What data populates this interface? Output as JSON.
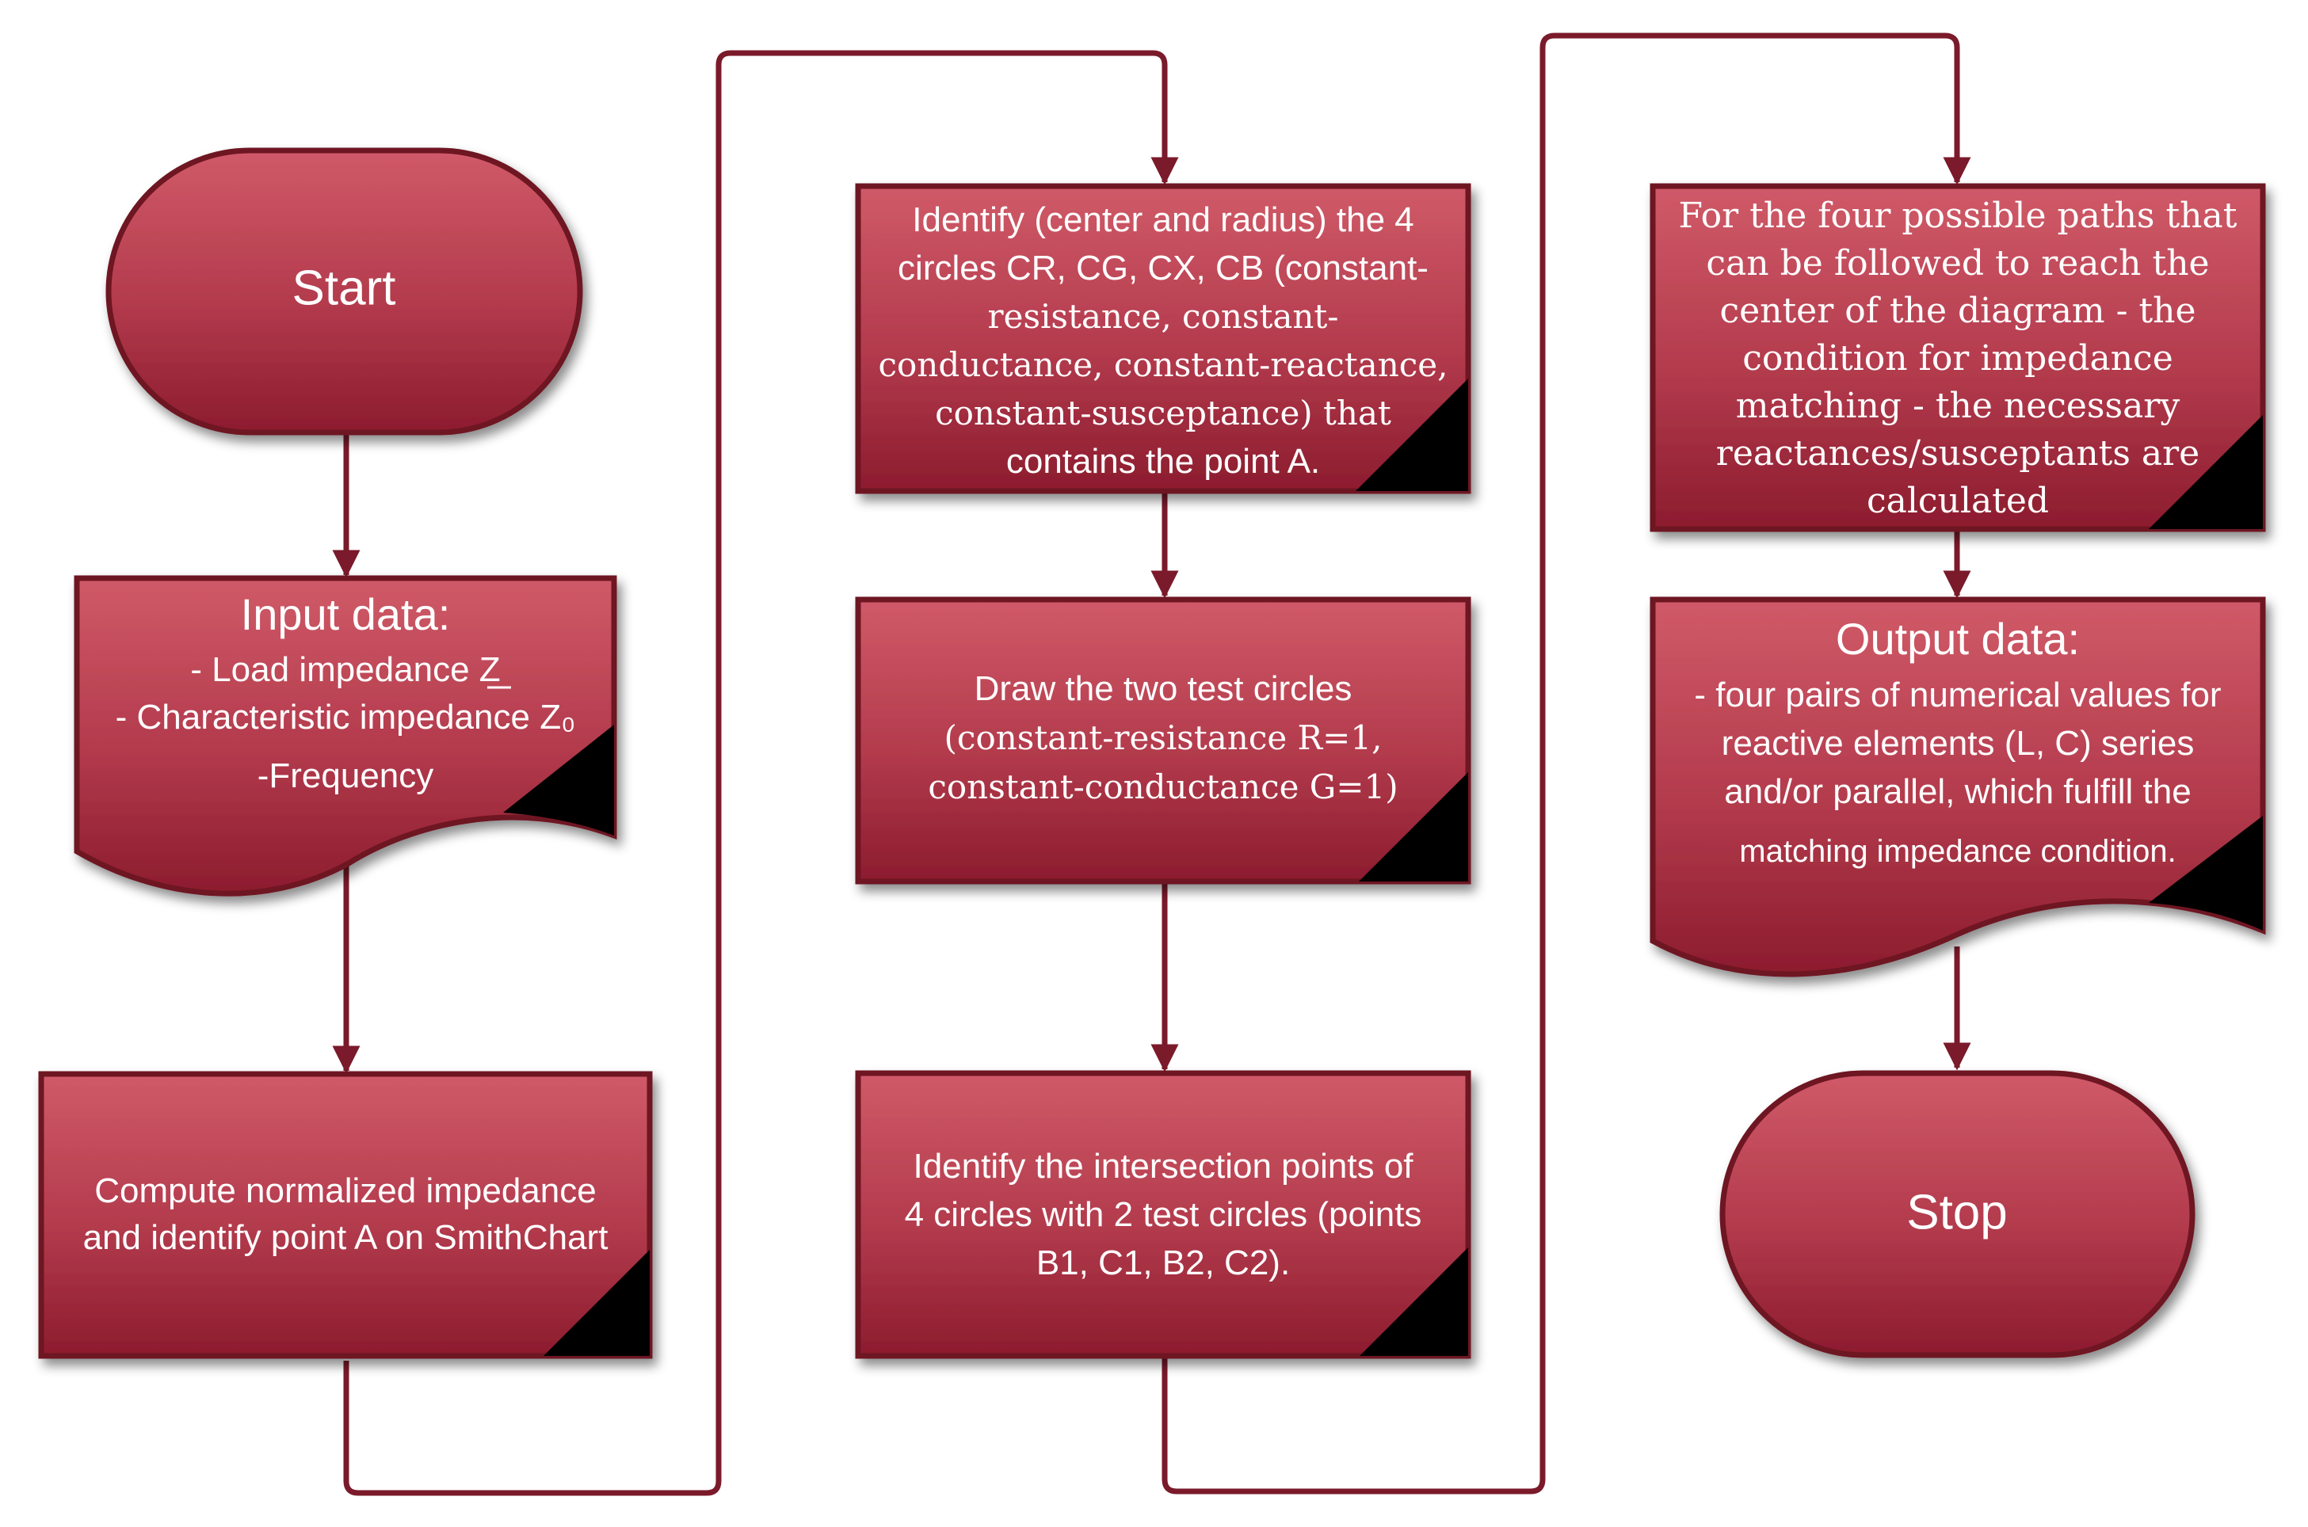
{
  "colors": {
    "box_top": "#d05a68",
    "box_bottom": "#8c1c2e",
    "border": "#6e1424",
    "connector": "#7a1a2a",
    "corner": "#000000",
    "text": "#ffffff"
  },
  "nodes": {
    "start": {
      "label": "Start"
    },
    "input": {
      "title": "Input data:",
      "lines": [
        "- Load impedance Z",
        "- Characteristic impedance Z₀",
        "-Frequency"
      ]
    },
    "compute": {
      "lines": [
        "Compute normalized impedance",
        "and identify point A on SmithChart"
      ]
    },
    "identify_circles": {
      "lines": [
        "Identify (center and radius) the 4",
        "circles CR, CG, CX, CB (constant-",
        "resistance, constant-",
        "conductance, constant-reactance,",
        "constant-susceptance) that",
        "contains the point A."
      ]
    },
    "draw_test": {
      "lines": [
        "Draw the two test circles",
        "(constant-resistance R=1,",
        "constant-conductance G=1)"
      ]
    },
    "intersections": {
      "lines": [
        "Identify the intersection points of",
        "4 circles with 2 test circles (points",
        "B1, C1, B2, C2)."
      ]
    },
    "paths": {
      "lines": [
        "For the four possible paths that",
        "can be followed to reach the",
        "center of the diagram - the",
        "condition for impedance",
        "matching - the necessary",
        "reactances/susceptants are",
        "calculated"
      ]
    },
    "output": {
      "title": "Output data:",
      "lines": [
        "- four pairs of numerical values for",
        "reactive elements (L, C) series",
        "and/or parallel, which fulfill the",
        "matching impedance condition."
      ]
    },
    "stop": {
      "label": "Stop"
    }
  }
}
